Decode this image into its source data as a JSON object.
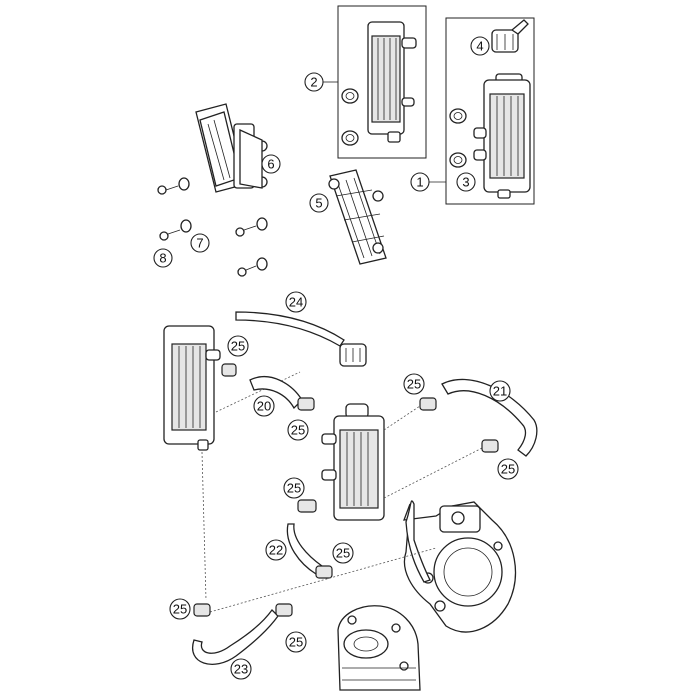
{
  "callouts": {
    "c1": "1",
    "c2": "2",
    "c3": "3",
    "c4": "4",
    "c5": "5",
    "c6": "6",
    "c7": "7",
    "c8": "8",
    "c20": "20",
    "c21": "21",
    "c22": "22",
    "c23": "23",
    "c24": "24",
    "c25": "25"
  }
}
